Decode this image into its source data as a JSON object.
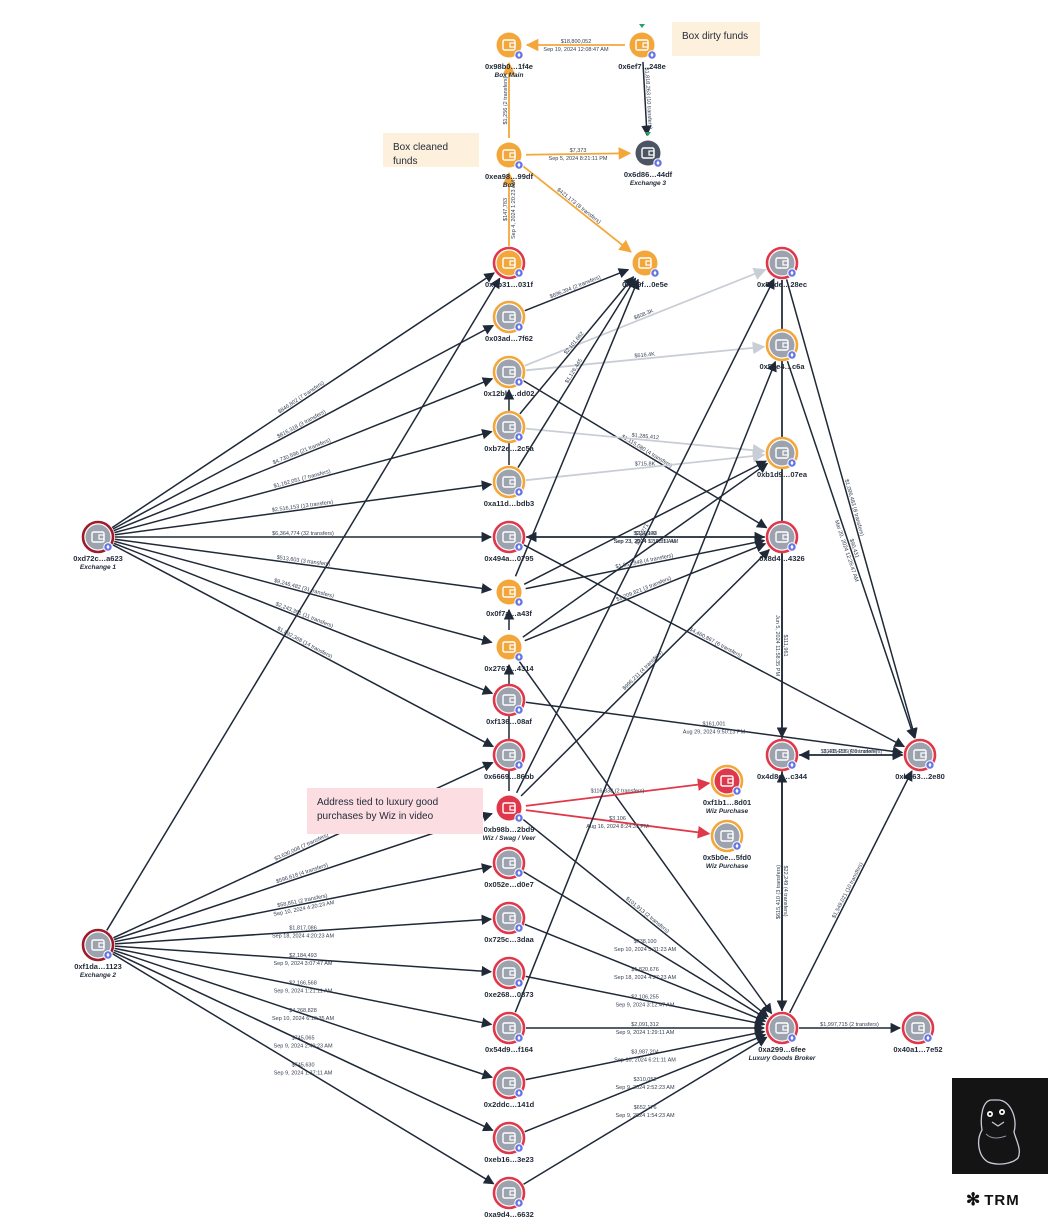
{
  "colors": {
    "orange": "#f3a73b",
    "grey": "#9ca3af",
    "red": "#e0384b",
    "dark": "#4b5563",
    "edge_dark": "#1f2937",
    "edge_light": "#c9ced6",
    "edge_orange": "#f3a73b",
    "edge_red": "#e0384b"
  },
  "callouts": {
    "dirty": "Box dirty funds",
    "cleaned": "Box cleaned funds",
    "wiz": "Address tied to luxury good purchases by Wiz in video"
  },
  "brand": "TRM",
  "nodes": [
    {
      "id": "boxmain",
      "label": "0x98b0…1f4e",
      "sub": "Box Main",
      "type": "orange"
    },
    {
      "id": "dirty",
      "label": "0x6ef7…248e",
      "sub": "",
      "type": "orange",
      "marker": true
    },
    {
      "id": "box",
      "label": "0xea98…99df",
      "sub": "Box",
      "type": "orange"
    },
    {
      "id": "ex3",
      "label": "0x6d86…44df",
      "sub": "Exchange 3",
      "type": "dark",
      "marker": true
    },
    {
      "id": "n9b31",
      "label": "0x9b31…031f",
      "sub": "",
      "type": "orange",
      "ring": "red"
    },
    {
      "id": "n3f9f",
      "label": "0x3f9f…0e5e",
      "sub": "",
      "type": "orange"
    },
    {
      "id": "n5bde",
      "label": "0x5bde…28ec",
      "sub": "",
      "type": "grey",
      "ring": "red"
    },
    {
      "id": "n03ad",
      "label": "0x03ad…7f62",
      "sub": "",
      "type": "grey",
      "ring": "orange"
    },
    {
      "id": "n55e4",
      "label": "0x55e4…c6a",
      "sub": "",
      "type": "grey",
      "ring": "orange"
    },
    {
      "id": "n12bb",
      "label": "0x12bb…dd02",
      "sub": "",
      "type": "grey",
      "ring": "orange"
    },
    {
      "id": "nb72e",
      "label": "0xb72e…2c5a",
      "sub": "",
      "type": "grey",
      "ring": "orange"
    },
    {
      "id": "nb1d9",
      "label": "0xb1d9…07ea",
      "sub": "",
      "type": "grey",
      "ring": "orange"
    },
    {
      "id": "na11d",
      "label": "0xa11d…bdb3",
      "sub": "",
      "type": "grey",
      "ring": "orange"
    },
    {
      "id": "ex1",
      "label": "0xd72c…a623",
      "sub": "Exchange 1",
      "type": "grey",
      "ring": "darkred"
    },
    {
      "id": "n494a",
      "label": "0x494a…0795",
      "sub": "",
      "type": "grey",
      "ring": "red"
    },
    {
      "id": "n8d4",
      "label": "0x8d4…4326",
      "sub": "",
      "type": "grey",
      "ring": "red"
    },
    {
      "id": "n0f7a",
      "label": "0x0f7a…a43f",
      "sub": "",
      "type": "orange"
    },
    {
      "id": "n2761",
      "label": "0x2761…4314",
      "sub": "",
      "type": "orange"
    },
    {
      "id": "nf136",
      "label": "0xf136…08af",
      "sub": "",
      "type": "grey",
      "ring": "red"
    },
    {
      "id": "n4d8d",
      "label": "0x4d8d…c344",
      "sub": "",
      "type": "grey",
      "ring": "red"
    },
    {
      "id": "nb263",
      "label": "0xb263…2e80",
      "sub": "",
      "type": "grey",
      "ring": "red"
    },
    {
      "id": "n6669",
      "label": "0x6669…86bb",
      "sub": "",
      "type": "grey",
      "ring": "red"
    },
    {
      "id": "wiz",
      "label": "0xb98b…2bd9",
      "sub": "Wiz / Swag / Veer",
      "type": "red"
    },
    {
      "id": "wp1",
      "label": "0xf1b1…8d01",
      "sub": "Wiz Purchase",
      "type": "red",
      "ring": "orange"
    },
    {
      "id": "wp2",
      "label": "0x5b0e…5fd0",
      "sub": "Wiz Purchase",
      "type": "grey",
      "ring": "orange"
    },
    {
      "id": "n052e",
      "label": "0x052e…d0e7",
      "sub": "",
      "type": "grey",
      "ring": "red"
    },
    {
      "id": "ex2",
      "label": "0xf1da…1123",
      "sub": "Exchange 2",
      "type": "grey",
      "ring": "darkred"
    },
    {
      "id": "n725c",
      "label": "0x725c…3daa",
      "sub": "",
      "type": "grey",
      "ring": "red"
    },
    {
      "id": "ne268",
      "label": "0xe268…0873",
      "sub": "",
      "type": "grey",
      "ring": "red"
    },
    {
      "id": "n54d9",
      "label": "0x54d9…f164",
      "sub": "",
      "type": "grey",
      "ring": "red"
    },
    {
      "id": "lux",
      "label": "0xa299…6fee",
      "sub": "Luxury Goods Broker",
      "type": "grey",
      "ring": "red"
    },
    {
      "id": "n40a1",
      "label": "0x40a1…7e52",
      "sub": "",
      "type": "grey",
      "ring": "red"
    },
    {
      "id": "n2ddc",
      "label": "0x2ddc…141d",
      "sub": "",
      "type": "grey",
      "ring": "red"
    },
    {
      "id": "neb16",
      "label": "0xeb16…3e23",
      "sub": "",
      "type": "grey",
      "ring": "red"
    },
    {
      "id": "na9d4",
      "label": "0xa9d4…6632",
      "sub": "",
      "type": "grey",
      "ring": "red"
    }
  ],
  "edges": [
    {
      "from": "dirty",
      "to": "boxmain",
      "c": "orange",
      "l1": "$18,800,052",
      "l2": "Sep 19, 2024 12:08:47 AM"
    },
    {
      "from": "dirty",
      "to": "ex3",
      "c": "dark",
      "l1": "$1,818,263 (10 transfers)",
      "l2": "",
      "rot": true
    },
    {
      "from": "box",
      "to": "boxmain",
      "c": "orange",
      "l1": "$1,256 (2 transfers)",
      "l2": "",
      "rot": true
    },
    {
      "from": "box",
      "to": "ex3",
      "c": "orange",
      "l1": "$7,373",
      "l2": "Sep 5, 2024 8:21:11 PM"
    },
    {
      "from": "box",
      "to": "n3f9f",
      "c": "orange",
      "l1": "$421,173 (8 transfers)",
      "l2": "",
      "rot": true
    },
    {
      "from": "n9b31",
      "to": "box",
      "c": "orange",
      "l1": "$147,783",
      "l2": "Sep 4, 2024 1:20:23 AM",
      "rot": true
    },
    {
      "from": "ex1",
      "to": "n9b31",
      "c": "dark",
      "l1": "$846,802 (7 transfers)",
      "l2": "",
      "rot": true
    },
    {
      "from": "ex1",
      "to": "n03ad",
      "c": "dark",
      "l1": "$816,318 (3 transfers)",
      "l2": "",
      "rot": true
    },
    {
      "from": "ex1",
      "to": "n12bb",
      "c": "dark",
      "l1": "$4,730,596 (21 transfers)",
      "l2": "",
      "rot": true
    },
    {
      "from": "ex1",
      "to": "nb72e",
      "c": "dark",
      "l1": "$1,162,051 (7 transfers)",
      "l2": "",
      "rot": true
    },
    {
      "from": "ex1",
      "to": "na11d",
      "c": "dark",
      "l1": "$2,516,153 (13 transfers)",
      "l2": "",
      "rot": true
    },
    {
      "from": "ex1",
      "to": "n494a",
      "c": "dark",
      "l1": "$6,364,774 (32 transfers)",
      "l2": "",
      "rot": true
    },
    {
      "from": "ex1",
      "to": "n0f7a",
      "c": "dark",
      "l1": "$513,603 (3 transfers)",
      "l2": "",
      "rot": true
    },
    {
      "from": "ex1",
      "to": "n2761",
      "c": "dark",
      "l1": "$9,246,482 (31 transfers)",
      "l2": "",
      "rot": true
    },
    {
      "from": "ex1",
      "to": "nf136",
      "c": "dark",
      "l1": "$2,243,381 (11 transfers)",
      "l2": "",
      "rot": true
    },
    {
      "from": "ex1",
      "to": "n6669",
      "c": "dark",
      "l1": "$1,892,368 (14 transfers)",
      "l2": "",
      "rot": true
    },
    {
      "from": "n03ad",
      "to": "n3f9f",
      "c": "dark",
      "l1": "$696,394 (2 transfers)",
      "l2": "",
      "rot": true
    },
    {
      "from": "n12bb",
      "to": "n5bde",
      "c": "light",
      "l1": "$808.3K",
      "l2": "",
      "rot": true
    },
    {
      "from": "n12bb",
      "to": "n55e4",
      "c": "light",
      "l1": "$516.4K",
      "l2": "",
      "rot": true
    },
    {
      "from": "n12bb",
      "to": "n8d4",
      "c": "dark",
      "l1": "$1,115,080 (4 transfers)",
      "l2": "",
      "rot": true
    },
    {
      "from": "nb72e",
      "to": "n3f9f",
      "c": "dark",
      "l1": "$2,101,662",
      "l2": "",
      "rot": true
    },
    {
      "from": "nb72e",
      "to": "nb1d9",
      "c": "light",
      "l1": "$1,285,412",
      "l2": "",
      "rot": true
    },
    {
      "from": "na11d",
      "to": "n3f9f",
      "c": "dark",
      "l1": "$1,126,445",
      "l2": "",
      "rot": true
    },
    {
      "from": "na11d",
      "to": "nb1d9",
      "c": "light",
      "l1": "$715.8K",
      "l2": ""
    },
    {
      "from": "na11d",
      "to": "n12bb",
      "c": "dark",
      "l1": "",
      "l2": ""
    },
    {
      "from": "n494a",
      "to": "n8d4",
      "c": "dark",
      "l1": "$274,909",
      "l2": "Sep 23, 2024 5:10:35 AM"
    },
    {
      "from": "n8d4",
      "to": "n494a",
      "c": "dark",
      "l1": "$111,143",
      "l2": "Sep 23, 2024 12:38:11 AM"
    },
    {
      "from": "n494a",
      "to": "nb263",
      "c": "dark",
      "l1": "$4,460,867 (6 transfers)",
      "l2": "",
      "rot": true
    },
    {
      "from": "n0f7a",
      "to": "n8d4",
      "c": "dark",
      "l1": "$1,853,948 (4 transfers)",
      "l2": "",
      "rot": true
    },
    {
      "from": "n0f7a",
      "to": "nb1d9",
      "c": "dark",
      "l1": "",
      "l2": ""
    },
    {
      "from": "n0f7a",
      "to": "n3f9f",
      "c": "dark",
      "l1": "",
      "l2": ""
    },
    {
      "from": "n2761",
      "to": "n8d4",
      "c": "dark",
      "l1": "$1,209,821 (3 transfers)",
      "l2": "",
      "rot": true
    },
    {
      "from": "n2761",
      "to": "nb1d9",
      "c": "dark",
      "l1": "",
      "l2": ""
    },
    {
      "from": "n2761",
      "to": "n0f7a",
      "c": "dark",
      "l1": "",
      "l2": ""
    },
    {
      "from": "n2761",
      "to": "lux",
      "c": "dark",
      "l1": "",
      "l2": ""
    },
    {
      "from": "n8d4",
      "to": "n4d8d",
      "c": "dark",
      "l1": "$111,961",
      "l2": "Jun 5, 2024 11:58:35 PM",
      "rot": true
    },
    {
      "from": "n5bde",
      "to": "nb263",
      "c": "dark",
      "l1": "$1,096,483 (8 transfers)",
      "l2": "",
      "rot": true
    },
    {
      "from": "n5bde",
      "to": "n4d8d",
      "c": "dark",
      "l1": "",
      "l2": ""
    },
    {
      "from": "n5bde",
      "to": "lux",
      "c": "dark",
      "l1": "",
      "l2": ""
    },
    {
      "from": "n55e4",
      "to": "nb263",
      "c": "dark",
      "l1": "$90,431",
      "l2": "Mar 20, 2024 12:26:47 AM",
      "rot": true
    },
    {
      "from": "nf136",
      "to": "nb263",
      "c": "dark",
      "l1": "$161,001",
      "l2": "Aug 29, 2024 9:50:13 PM"
    },
    {
      "from": "n4d8d",
      "to": "nb263",
      "c": "dark",
      "l1": "$120,415 (4 transfers)",
      "l2": ""
    },
    {
      "from": "nb263",
      "to": "n4d8d",
      "c": "dark",
      "l1": "$2,405,296 (30 transfers)",
      "l2": ""
    },
    {
      "from": "n4d8d",
      "to": "lux",
      "c": "dark",
      "l1": "$22,249 (4 transfers)",
      "l2": "",
      "rot": true
    },
    {
      "from": "lux",
      "to": "n4d8d",
      "c": "dark",
      "l1": "$615,410 (3 transfers)",
      "l2": "",
      "rot": true
    },
    {
      "from": "lux",
      "to": "nb263",
      "c": "dark",
      "l1": "$1,549,021 (10 transfers)",
      "l2": "",
      "rot": true
    },
    {
      "from": "lux",
      "to": "n40a1",
      "c": "dark",
      "l1": "$1,997,715 (2 transfers)",
      "l2": ""
    },
    {
      "from": "wiz",
      "to": "n8d4",
      "c": "dark",
      "l1": "$996,211 (4 transfers)",
      "l2": "",
      "rot": true
    },
    {
      "from": "wiz",
      "to": "n2761",
      "c": "dark",
      "l1": "",
      "l2": ""
    },
    {
      "from": "wiz",
      "to": "n5bde",
      "c": "dark",
      "l1": "$216,271",
      "l2": "",
      "rot": true
    },
    {
      "from": "wiz",
      "to": "wp1",
      "c": "red",
      "l1": "$116,838 (2 transfers)",
      "l2": ""
    },
    {
      "from": "wiz",
      "to": "wp2",
      "c": "red",
      "l1": "$3,106",
      "l2": "Aug 16, 2024 8:24:31 PM"
    },
    {
      "from": "wiz",
      "to": "lux",
      "c": "dark",
      "l1": "$101,913 (2 transfers)",
      "l2": "",
      "rot": true
    },
    {
      "from": "ex2",
      "to": "n9b31",
      "c": "dark",
      "l1": "",
      "l2": ""
    },
    {
      "from": "ex2",
      "to": "n6669",
      "c": "dark",
      "l1": "$3,630,008 (7 transfers)",
      "l2": "",
      "rot": true
    },
    {
      "from": "ex2",
      "to": "wiz",
      "c": "dark",
      "l1": "$596,618 (4 transfers)",
      "l2": "",
      "rot": true
    },
    {
      "from": "ex2",
      "to": "n052e",
      "c": "dark",
      "l1": "$58,851 (2 transfers)",
      "l2": "Sep 10, 2024 4:20:23 AM",
      "rot": true
    },
    {
      "from": "ex2",
      "to": "n725c",
      "c": "dark",
      "l1": "$1,817,086",
      "l2": "Sep 18, 2024 4:20:23 AM"
    },
    {
      "from": "ex2",
      "to": "ne268",
      "c": "dark",
      "l1": "$2,184,493",
      "l2": "Sep 9, 2024 3:07:47 AM"
    },
    {
      "from": "ex2",
      "to": "n54d9",
      "c": "dark",
      "l1": "$2,166,568",
      "l2": "Sep 9, 2024 1:21:11 AM"
    },
    {
      "from": "ex2",
      "to": "n2ddc",
      "c": "dark",
      "l1": "$4,268,828",
      "l2": "Sep 10, 2024 6:10:35 AM"
    },
    {
      "from": "ex2",
      "to": "neb16",
      "c": "dark",
      "l1": "$745,065",
      "l2": "Sep 9, 2024 2:49:23 AM"
    },
    {
      "from": "ex2",
      "to": "na9d4",
      "c": "dark",
      "l1": "$745,630",
      "l2": "Sep 9, 2024 1:37:11 AM"
    },
    {
      "from": "n052e",
      "to": "lux",
      "c": "dark",
      "l1": "$738,100",
      "l2": "Sep 10, 2024 5:31:23 AM"
    },
    {
      "from": "n725c",
      "to": "lux",
      "c": "dark",
      "l1": "$1,820,676",
      "l2": "Sep 18, 2024 4:27:23 AM"
    },
    {
      "from": "ne268",
      "to": "lux",
      "c": "dark",
      "l1": "$2,106,255",
      "l2": "Sep 9, 2024 3:12:47 AM"
    },
    {
      "from": "n54d9",
      "to": "lux",
      "c": "dark",
      "l1": "$2,091,312",
      "l2": "Sep 9, 2024 1:29:11 AM"
    },
    {
      "from": "n54d9",
      "to": "n55e4",
      "c": "dark",
      "l1": "",
      "l2": ""
    },
    {
      "from": "n2ddc",
      "to": "lux",
      "c": "dark",
      "l1": "$3,987,204",
      "l2": "Sep 10, 2024 6:21:11 AM"
    },
    {
      "from": "neb16",
      "to": "lux",
      "c": "dark",
      "l1": "$310,052",
      "l2": "Sep 9, 2024 2:52:23 AM"
    },
    {
      "from": "na9d4",
      "to": "lux",
      "c": "dark",
      "l1": "$652,176",
      "l2": "Sep 9, 2024 1:54:23 AM"
    }
  ]
}
